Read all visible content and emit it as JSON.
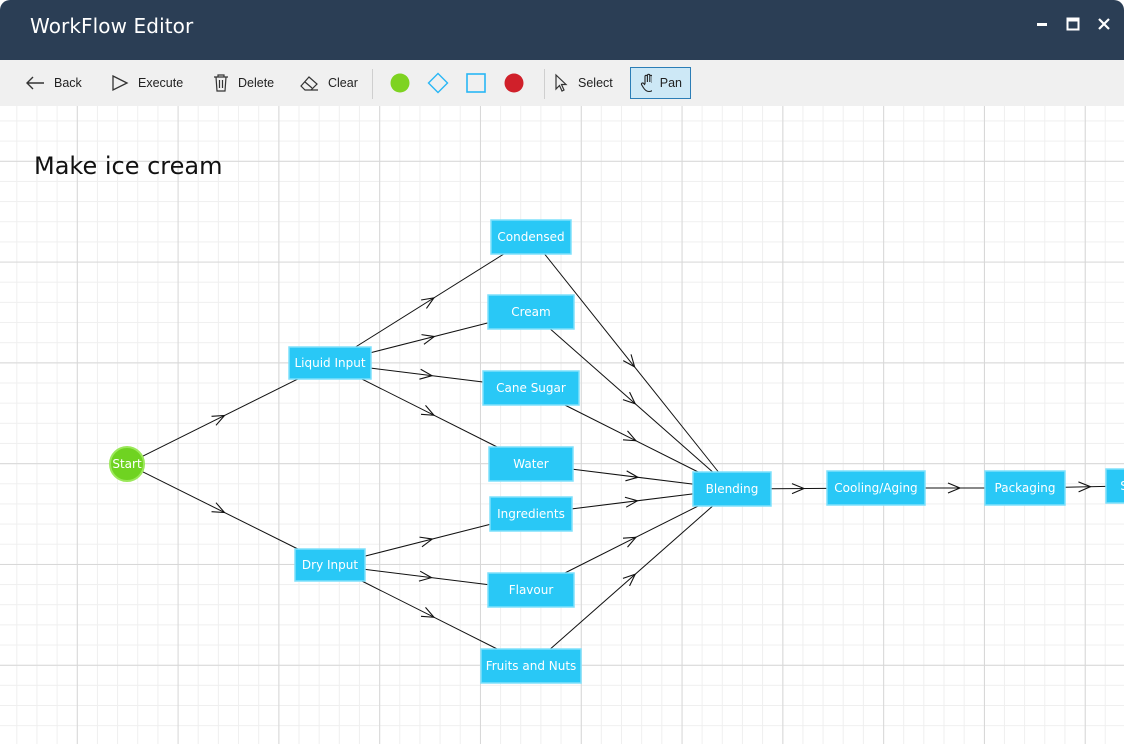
{
  "window": {
    "title": "WorkFlow Editor",
    "controls": {
      "minimize": "minimize",
      "maximize": "maximize",
      "close": "close"
    }
  },
  "toolbar": {
    "back": "Back",
    "execute": "Execute",
    "delete": "Delete",
    "clear": "Clear",
    "select": "Select",
    "pan": "Pan",
    "shapes": [
      {
        "name": "ellipse",
        "color": "#7ed321"
      },
      {
        "name": "diamond",
        "color": "#29b6f6"
      },
      {
        "name": "rectangle",
        "color": "#29b6f6"
      },
      {
        "name": "end-circle",
        "color": "#d0202a"
      }
    ]
  },
  "diagram": {
    "title": "Make ice cream",
    "node_color": "#29c8f6",
    "start_color": "#6fd321",
    "nodes": [
      {
        "id": "start",
        "label": "Start"
      },
      {
        "id": "liquid",
        "label": "Liquid Input"
      },
      {
        "id": "dry",
        "label": "Dry Input"
      },
      {
        "id": "condensed",
        "label": "Condensed"
      },
      {
        "id": "cream",
        "label": "Cream"
      },
      {
        "id": "cane",
        "label": "Cane Sugar"
      },
      {
        "id": "water",
        "label": "Water"
      },
      {
        "id": "ingredients",
        "label": "Ingredients"
      },
      {
        "id": "flavour",
        "label": "Flavour"
      },
      {
        "id": "fruits",
        "label": "Fruits and Nuts"
      },
      {
        "id": "blending",
        "label": "Blending"
      },
      {
        "id": "cooling",
        "label": "Cooling/Aging"
      },
      {
        "id": "packaging",
        "label": "Packaging"
      },
      {
        "id": "last",
        "label": "S"
      }
    ],
    "edges": [
      [
        "start",
        "liquid"
      ],
      [
        "start",
        "dry"
      ],
      [
        "liquid",
        "condensed"
      ],
      [
        "liquid",
        "cream"
      ],
      [
        "liquid",
        "cane"
      ],
      [
        "liquid",
        "water"
      ],
      [
        "dry",
        "ingredients"
      ],
      [
        "dry",
        "flavour"
      ],
      [
        "dry",
        "fruits"
      ],
      [
        "condensed",
        "blending"
      ],
      [
        "cream",
        "blending"
      ],
      [
        "cane",
        "blending"
      ],
      [
        "water",
        "blending"
      ],
      [
        "ingredients",
        "blending"
      ],
      [
        "flavour",
        "blending"
      ],
      [
        "fruits",
        "blending"
      ],
      [
        "blending",
        "cooling"
      ],
      [
        "cooling",
        "packaging"
      ],
      [
        "packaging",
        "last"
      ]
    ]
  }
}
